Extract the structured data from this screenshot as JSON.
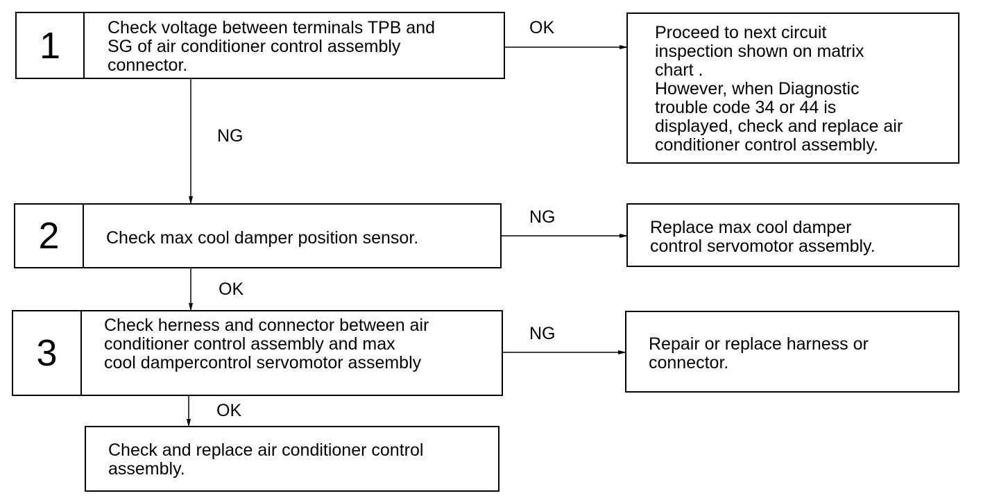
{
  "steps": [
    {
      "number": "1",
      "text": "Check voltage between terminals TPB and\nSG of air conditioner control assembly\nconnector."
    },
    {
      "number": "2",
      "text": "Check max cool damper position sensor."
    },
    {
      "number": "3",
      "text": "Check herness and connector between air\nconditioner control assembly and max\ncool dampercontrol servomotor assembly"
    }
  ],
  "outcomes": {
    "step1_ok": "Proceed to next circuit\ninspection shown on matrix\nchart .\nHowever, when Diagnostic\ntrouble code 34 or 44 is\ndisplayed, check and replace air\nconditioner control assembly.",
    "step2_ng": "Replace max cool damper\ncontrol servomotor assembly.",
    "step3_ng": "Repair or replace harness or\nconnector.",
    "step3_ok": "Check and replace air conditioner control\nassembly."
  },
  "labels": {
    "ok_1": "OK",
    "ng_1": "NG",
    "ng_2": "NG",
    "ok_2": "OK",
    "ng_3": "NG",
    "ok_3": "OK"
  }
}
